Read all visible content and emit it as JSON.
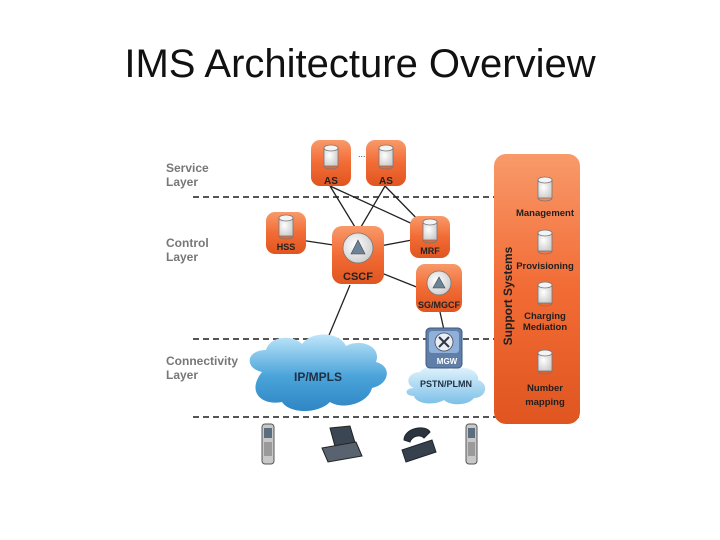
{
  "slide": {
    "title": "IMS Architecture Overview"
  },
  "colors": {
    "accent": "#f26b35",
    "accent_dark": "#d04a18",
    "cloud": "#4aa3d9",
    "cloud_light": "#bfe3f6",
    "layer_text": "#777777"
  },
  "layers": {
    "service": [
      "Service",
      "Layer"
    ],
    "control": [
      "Control",
      "Layer"
    ],
    "connectivity": [
      "Connectivity",
      "Layer"
    ]
  },
  "nodes": {
    "as1": "AS",
    "as2": "AS",
    "as_ellipsis": ".....",
    "hss": "HSS",
    "cscf": "CSCF",
    "mrf": "MRF",
    "sgmgcf": "SG/MGCF",
    "mgw": "MGW",
    "ipmpls": "IP/MPLS",
    "pstn": "PSTN/PLMN"
  },
  "support": {
    "title": "Support Systems",
    "items": [
      {
        "lines": [
          "Management"
        ]
      },
      {
        "lines": [
          "Provisioning"
        ]
      },
      {
        "lines": [
          "Charging",
          "Mediation"
        ]
      },
      {
        "lines": [
          "Number",
          "mapping"
        ]
      }
    ]
  },
  "devices": [
    {
      "icon": "mobile-phone-icon"
    },
    {
      "icon": "laptop-icon"
    },
    {
      "icon": "desk-phone-icon"
    },
    {
      "icon": "mobile-phone-icon"
    }
  ]
}
